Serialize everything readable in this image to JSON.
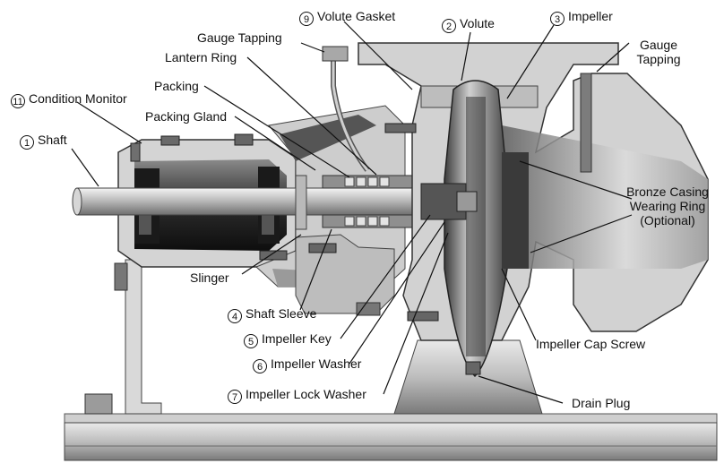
{
  "labels": {
    "volute_gasket": {
      "num": "9",
      "text": "Volute Gasket"
    },
    "volute": {
      "num": "2",
      "text": "Volute"
    },
    "impeller": {
      "num": "3",
      "text": "Impeller"
    },
    "gauge_tapping_top": {
      "text": "Gauge Tapping"
    },
    "gauge_tapping_right_l1": {
      "text": "Gauge"
    },
    "gauge_tapping_right_l2": {
      "text": "Tapping"
    },
    "lantern_ring": {
      "text": "Lantern Ring"
    },
    "condition_monitor": {
      "num": "11",
      "text": "Condition Monitor"
    },
    "packing": {
      "text": "Packing"
    },
    "packing_gland": {
      "text": "Packing Gland"
    },
    "shaft": {
      "num": "1",
      "text": "Shaft"
    },
    "bronze_l1": {
      "text": "Bronze Casing"
    },
    "bronze_l2": {
      "text": "Wearing Ring"
    },
    "bronze_l3": {
      "text": "(Optional)"
    },
    "slinger": {
      "text": "Slinger"
    },
    "shaft_sleeve": {
      "num": "4",
      "text": "Shaft Sleeve"
    },
    "impeller_key": {
      "num": "5",
      "text": "Impeller Key"
    },
    "impeller_cap_screw": {
      "text": "Impeller Cap Screw"
    },
    "impeller_washer": {
      "num": "6",
      "text": "Impeller Washer"
    },
    "impeller_lock_washer": {
      "num": "7",
      "text": "Impeller Lock Washer"
    },
    "drain_plug": {
      "text": "Drain Plug"
    }
  }
}
